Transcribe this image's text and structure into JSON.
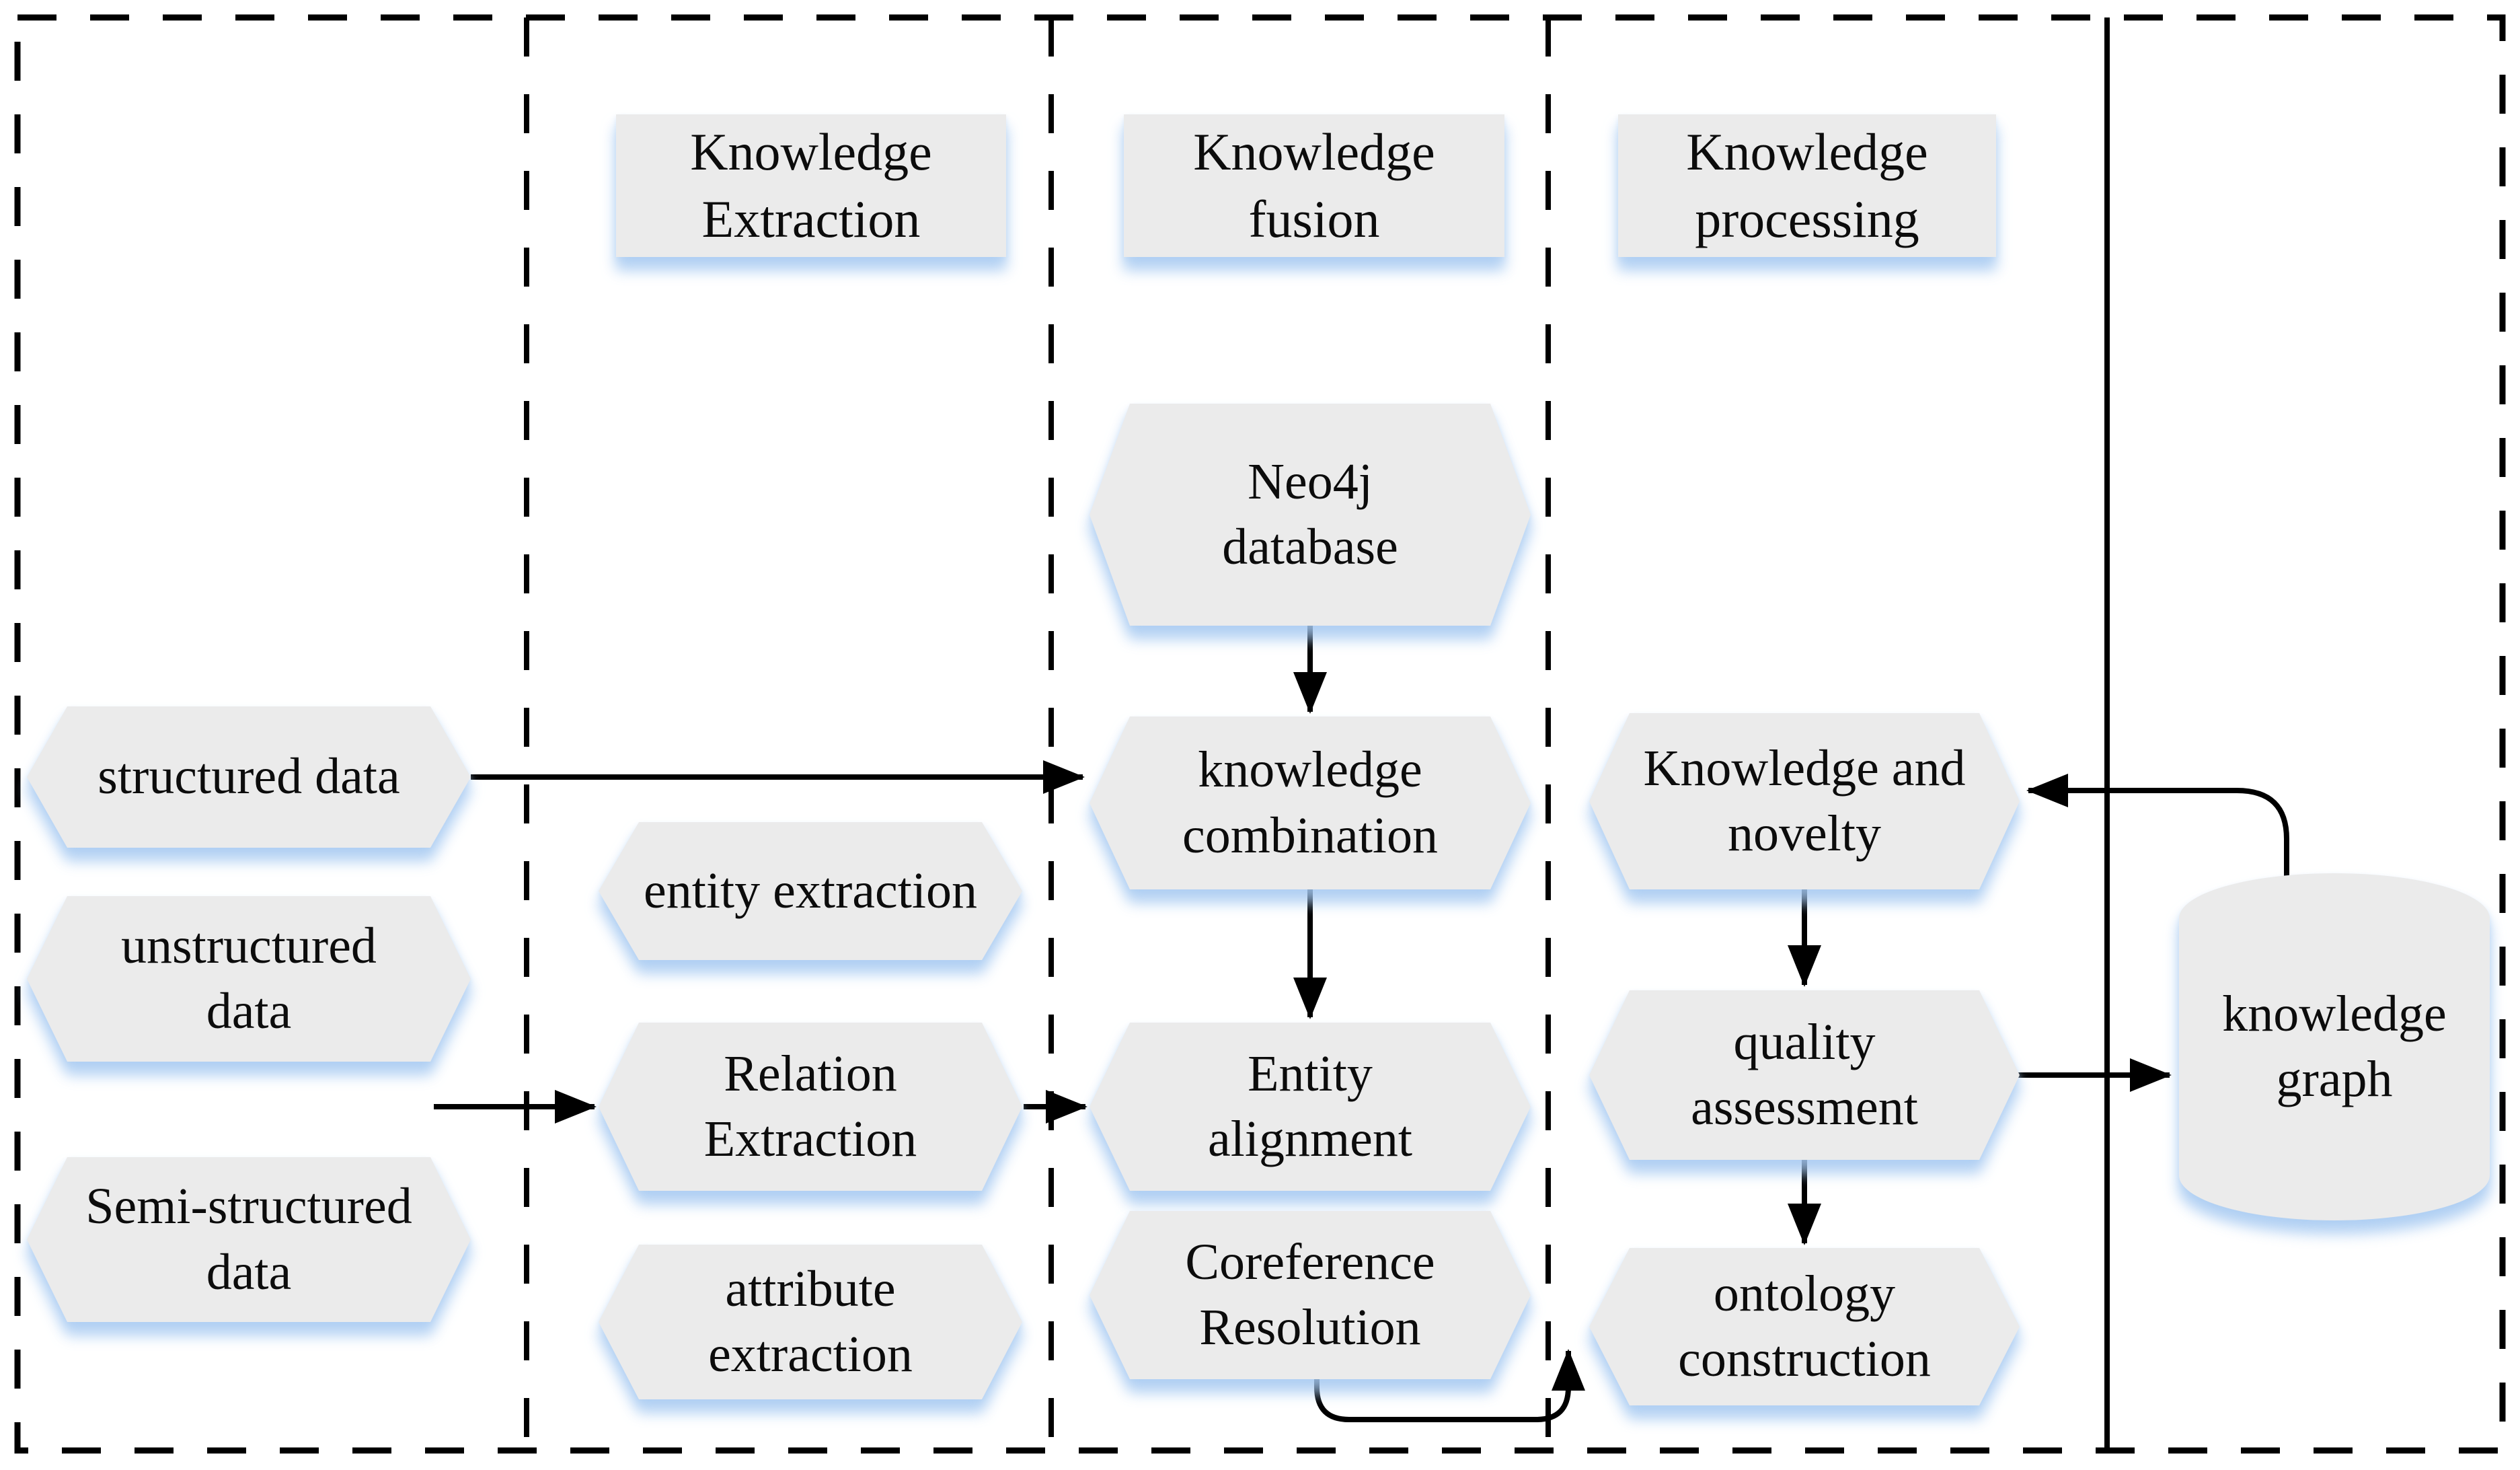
{
  "diagram": {
    "title_implied": "",
    "headers": {
      "extraction": "Knowledge\nExtraction",
      "fusion": "Knowledge\nfusion",
      "processing": "Knowledge\nprocessing"
    },
    "nodes": {
      "structured_data": {
        "label": "structured data"
      },
      "unstructured_data": {
        "label": "unstructured\ndata"
      },
      "semi_structured_data": {
        "label": "Semi-structured\ndata"
      },
      "entity_extraction": {
        "label": "entity extraction"
      },
      "relation_extraction": {
        "label": "Relation\nExtraction"
      },
      "attribute_extraction": {
        "label": "attribute\nextraction"
      },
      "neo4j_database": {
        "label": "Neo4j\ndatabase"
      },
      "knowledge_combination": {
        "label": "knowledge\ncombination"
      },
      "entity_alignment": {
        "label": "Entity\nalignment"
      },
      "coreference_resolution": {
        "label": "Coreference\nResolution"
      },
      "knowledge_and_novelty": {
        "label": "Knowledge and\nnovelty"
      },
      "quality_assessment": {
        "label": "quality\nassessment"
      },
      "ontology_construction": {
        "label": "ontology\nconstruction"
      },
      "knowledge_graph": {
        "label": "knowledge\ngraph"
      }
    },
    "colors": {
      "node_fill": "#ebebeb",
      "shadow_tint": "#a0c6f0",
      "line": "#000000",
      "text": "#0c0c0c",
      "background": "#ffffff"
    }
  }
}
